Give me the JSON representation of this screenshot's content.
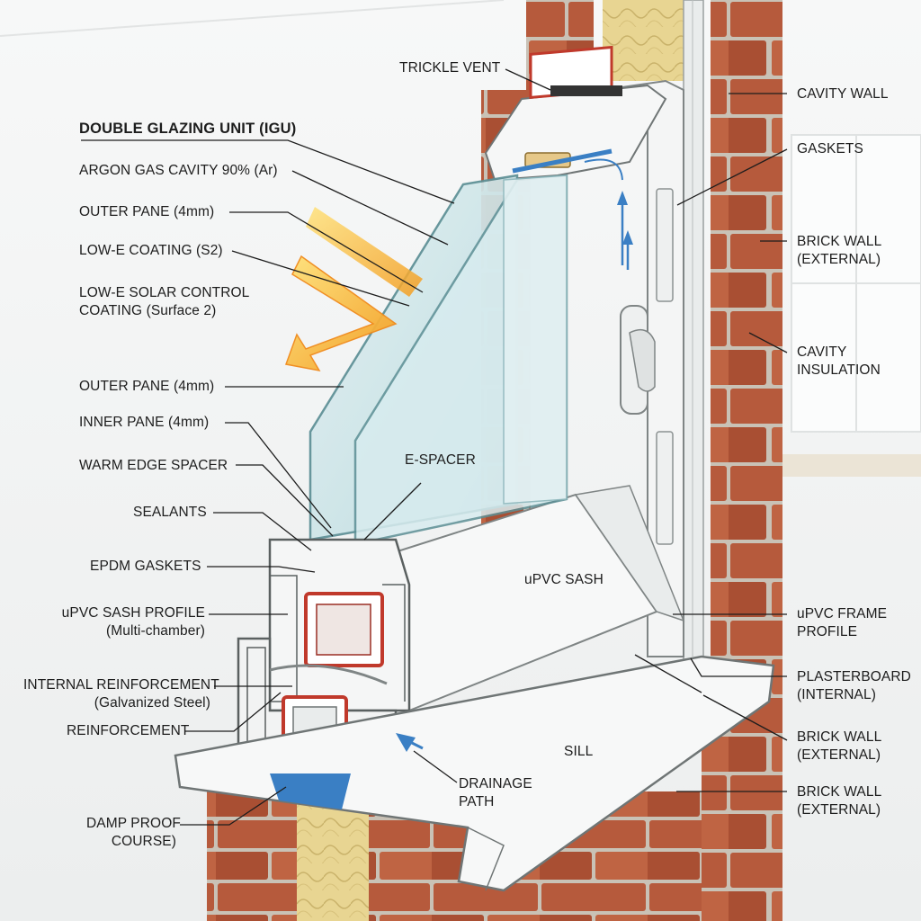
{
  "labels": {
    "trickle_vent": "TRICKLE VENT",
    "double_glazing_unit": "DOUBLE GLAZING UNIT (IGU)",
    "argon_gas_cavity": "ARGON GAS CAVITY 90% (Ar)",
    "outer_pane_top": "OUTER PANE (4mm)",
    "low_e_coating": "LOW-E COATING (S2)",
    "low_e_solar_line1": "LOW-E SOLAR CONTROL",
    "low_e_solar_line2": "COATING (Surface 2)",
    "outer_pane_mid": "OUTER PANE (4mm)",
    "inner_pane": "INNER PANE (4mm)",
    "warm_edge_spacer": "WARM EDGE SPACER",
    "sealants": "SEALANTS",
    "epdm_gaskets": "EPDM GASKETS",
    "upvc_sash_profile_line1": "uPVC SASH PROFILE",
    "upvc_sash_profile_line2": "(Multi-chamber)",
    "internal_reinforcement_line1": "INTERNAL REINFORCEMENT",
    "internal_reinforcement_line2": "(Galvanized Steel)",
    "reinforcement": "REINFORCEMENT",
    "damp_proof_line1": "DAMP PROOF",
    "damp_proof_line2": "COURSE)",
    "e_spacer": "E-SPACER",
    "upvc_sash": "uPVC SASH",
    "sill": "SILL",
    "drainage_line1": "DRAINAGE",
    "drainage_line2": "PATH",
    "cavity_wall": "CAVITY WALL",
    "gaskets": "GASKETS",
    "brick_wall_ext_1_line1": "BRICK WALL",
    "brick_wall_ext_1_line2": "(EXTERNAL)",
    "cavity_insulation_line1": "CAVITY",
    "cavity_insulation_line2": "INSULATION",
    "upvc_frame_line1": "uPVC FRAME",
    "upvc_frame_line2": "PROFILE",
    "plasterboard_line1": "PLASTERBOARD",
    "plasterboard_line2": "(INTERNAL)",
    "brick_wall_ext_2_line1": "BRICK WALL",
    "brick_wall_ext_2_line2": "(EXTERNAL)",
    "brick_wall_ext_3_line1": "BRICK WALL",
    "brick_wall_ext_3_line2": "(EXTERNAL)"
  },
  "colors": {
    "brick": "#b65a3c",
    "mortar": "#c9c2b6",
    "insulation": "#e8d592",
    "upvc": "#f6f7f7",
    "glass": "#cfe6ea",
    "sun_ray": "#f6a623",
    "gasket_blue": "#3a7fc4",
    "reinforcement_red": "#c0392b"
  }
}
